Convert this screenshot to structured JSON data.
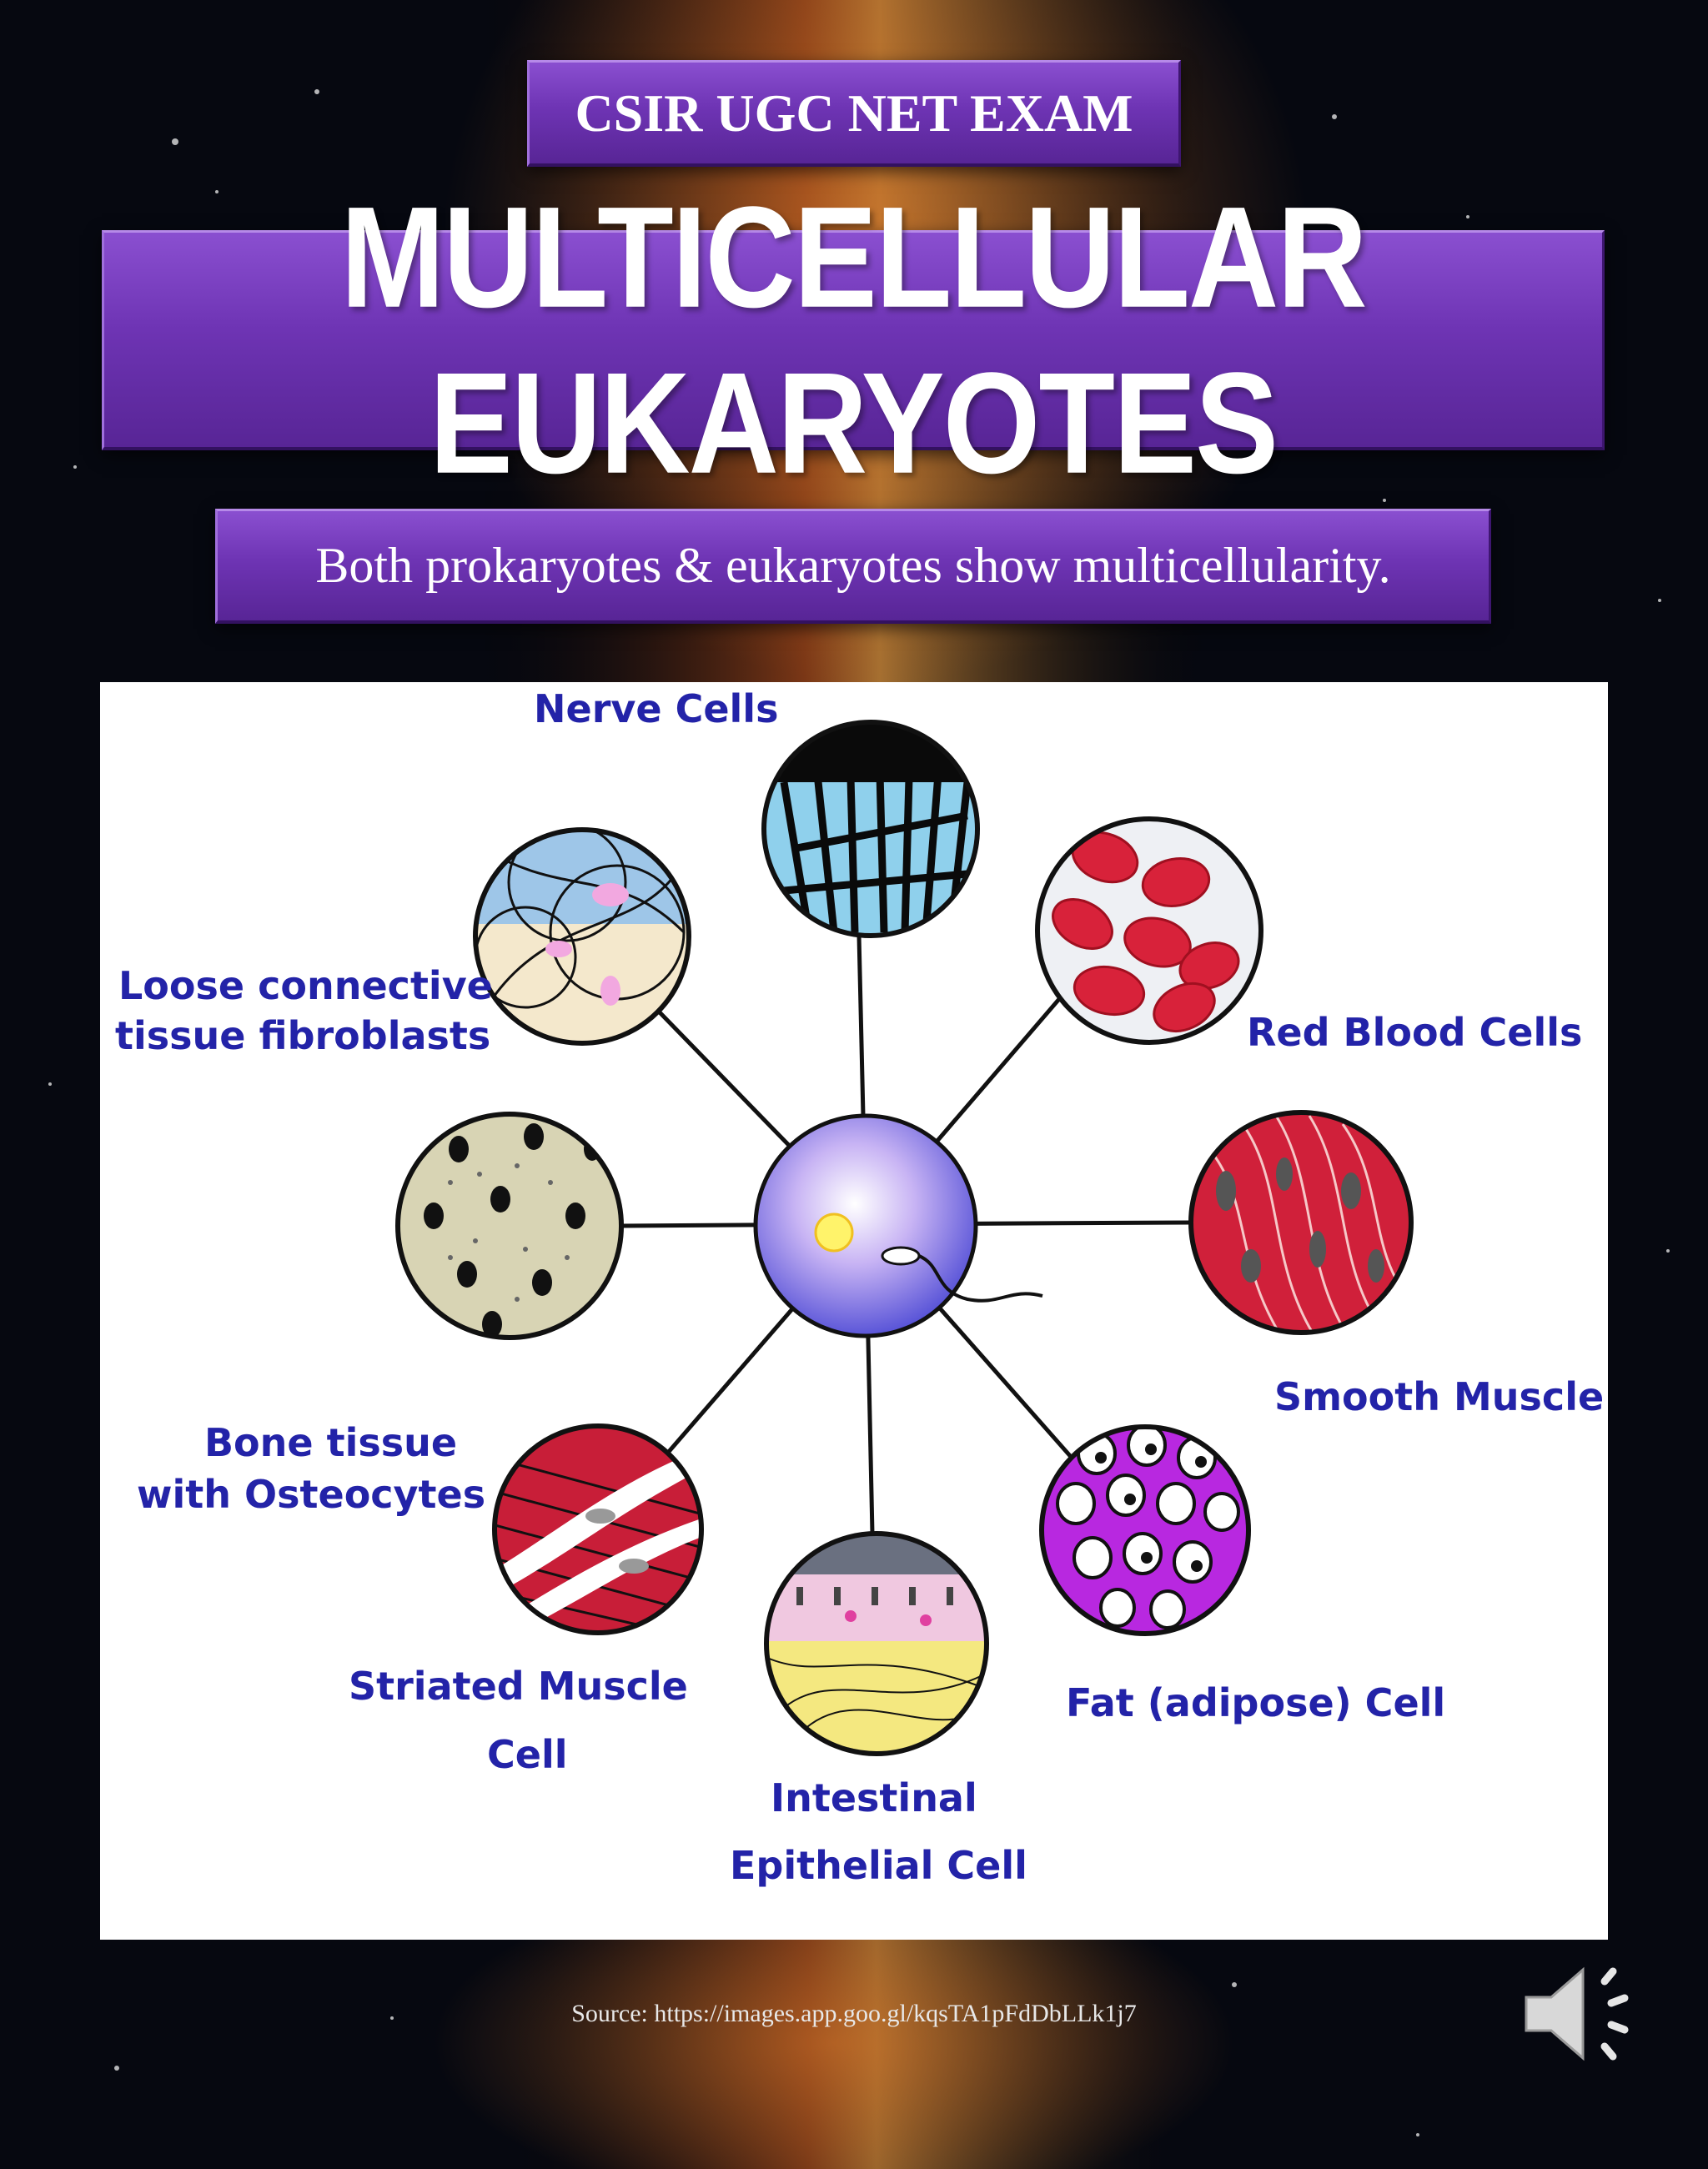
{
  "header": {
    "exam_label": "CSIR UGC NET EXAM",
    "title": "MULTICELLULAR EUKARYOTES",
    "subtitle": "Both prokaryotes & eukaryotes show multicellularity."
  },
  "diagram": {
    "labels": {
      "nerve": "Nerve Cells",
      "rbc": "Red Blood Cells",
      "loose_1": "Loose connective",
      "loose_2": "tissue fibroblasts",
      "smooth": "Smooth Muscle",
      "bone_1": "Bone tissue",
      "bone_2": "with Osteocytes",
      "striated_1": "Striated Muscle",
      "striated_2": "Cell",
      "fat": "Fat (adipose) Cell",
      "intestinal_1": "Intestinal",
      "intestinal_2": "Epithelial Cell"
    }
  },
  "footer": {
    "source": "Source: https://images.app.goo.gl/kqsTA1pFdDbLLk1j7"
  },
  "icons": [
    "speaker-icon"
  ],
  "colors": {
    "banner_purple": "#6e34b4",
    "label_blue": "#2323a8"
  }
}
